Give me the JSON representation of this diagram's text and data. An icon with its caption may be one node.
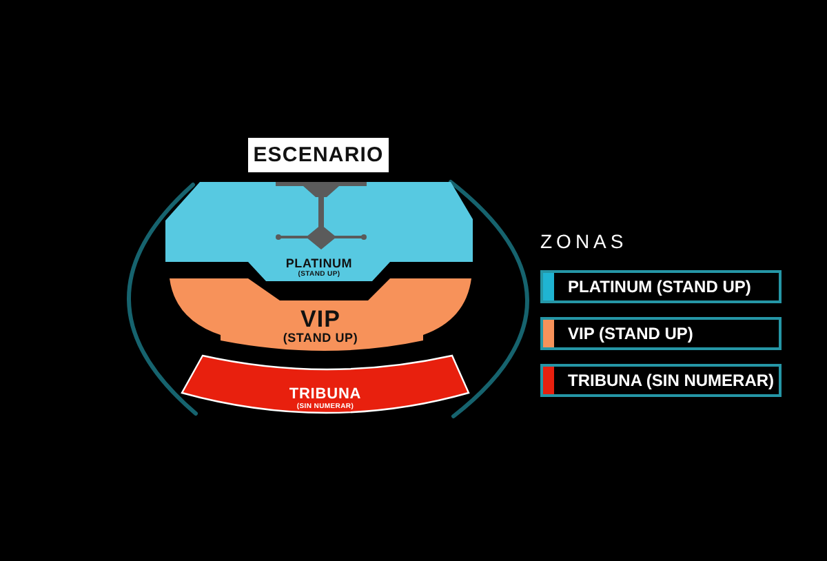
{
  "diagram": {
    "nodes": [
      {
        "text": [
          "ESCENARIO"
        ]
      },
      {
        "text": [
          "PLATINUM",
          "(STAND UP)"
        ]
      },
      {
        "text": [
          "VIP",
          "(STAND UP)"
        ]
      },
      {
        "text": [
          "TRIBUNA",
          "(SIN NUMERAR)"
        ]
      }
    ],
    "labels": [
      "ZONAS"
    ],
    "legend": [
      {
        "text": "PLATINUM (STAND UP)",
        "color": "#1fb4d2"
      },
      {
        "text": "VIP (STAND UP)",
        "color": "#f7925a"
      },
      {
        "text": "TRIBUNA (SIN NUMERAR)",
        "color": "#e8200e"
      }
    ]
  }
}
